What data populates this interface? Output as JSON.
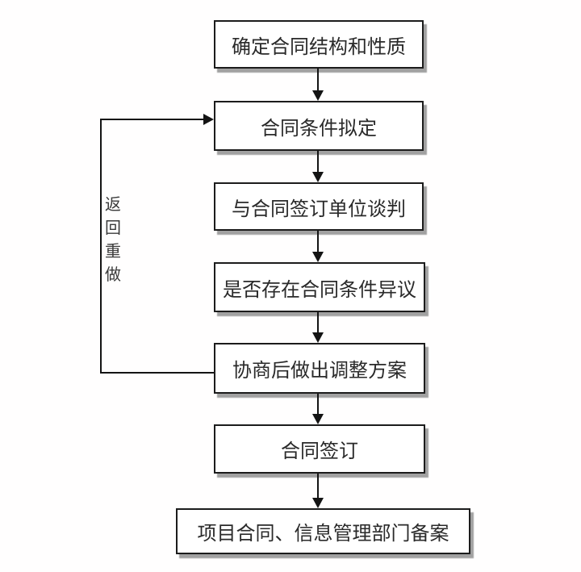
{
  "diagram": {
    "type": "flowchart",
    "language": "zh-CN",
    "nodes": [
      {
        "id": 1,
        "label": "确定合同结构和性质"
      },
      {
        "id": 2,
        "label": "合同条件拟定"
      },
      {
        "id": 3,
        "label": "与合同签订单位谈判"
      },
      {
        "id": 4,
        "label": "是否存在合同条件异议"
      },
      {
        "id": 5,
        "label": "协商后做出调整方案"
      },
      {
        "id": 6,
        "label": "合同签订"
      },
      {
        "id": 7,
        "label": "项目合同、信息管理部门备案"
      }
    ],
    "edges": [
      {
        "from": 1,
        "to": 2,
        "style": "arrow-down"
      },
      {
        "from": 2,
        "to": 3,
        "style": "arrow-down"
      },
      {
        "from": 3,
        "to": 4,
        "style": "arrow-down"
      },
      {
        "from": 4,
        "to": 5,
        "style": "arrow-down"
      },
      {
        "from": 5,
        "to": 6,
        "style": "arrow-down"
      },
      {
        "from": 6,
        "to": 7,
        "style": "arrow-down"
      },
      {
        "from": 5,
        "to": 2,
        "style": "loop-left",
        "label": "返回重做"
      }
    ],
    "loop_label": "返回重做",
    "colors": {
      "background": "#fffefe",
      "box_fill": "#ffffff",
      "box_border": "#1c1c1c",
      "box_shadow": "#919191",
      "line": "#141414",
      "text": "#2a2a2a"
    }
  }
}
